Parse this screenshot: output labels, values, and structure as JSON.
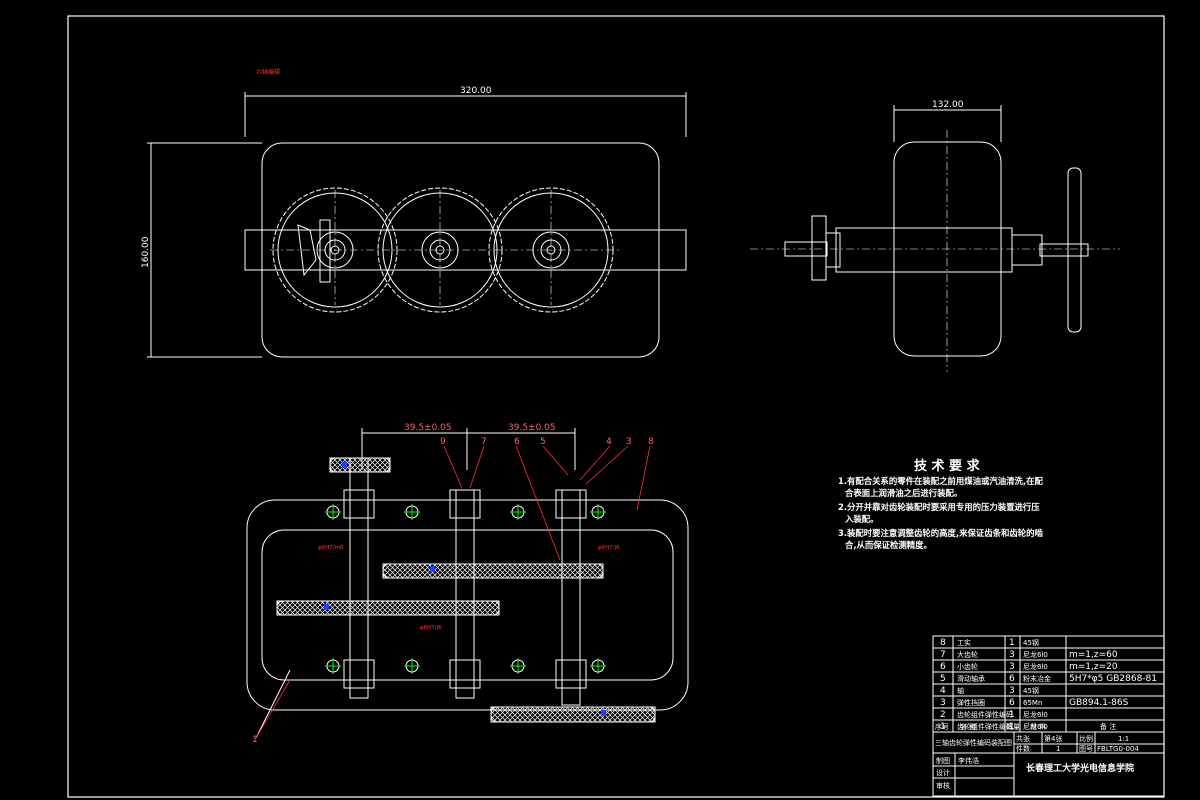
{
  "drawing": {
    "stray_mark": "六轴编辑",
    "top_view": {
      "width_dim": "320.00",
      "height_dim": "160.00"
    },
    "side_view": {
      "width_dim": "132.00"
    },
    "bottom_view": {
      "center_dim_left": "39.5±0.05",
      "center_dim_right": "39.5±0.05",
      "callouts": [
        "9",
        "7",
        "6",
        "5",
        "4",
        "3",
        "8",
        "1"
      ],
      "fits": [
        "φ6H7/m6",
        "φ6H7/j6",
        "φ8H7/j6"
      ]
    }
  },
  "requirements": {
    "title": "技 术 要 求",
    "items": [
      "1.有配合关系的零件在装配之前用煤油或汽油清洗,在配",
      "合表面上润滑油之后进行装配。",
      "2.分开并靠对齿轮装配时要采用专用的压力装置进行压",
      "入装配。",
      "3.装配时要注意调整齿轮的高度,来保证齿条和齿轮的啮",
      "合,从而保证检测精度。"
    ]
  },
  "bom": [
    {
      "no": "8",
      "name": "工实",
      "qty": "1",
      "material": "45钢",
      "note": ""
    },
    {
      "no": "7",
      "name": "大齿轮",
      "qty": "3",
      "material": "尼龙6l0",
      "note": "m=1,z=60"
    },
    {
      "no": "6",
      "name": "小齿轮",
      "qty": "3",
      "material": "尼龙6l0",
      "note": "m=1,z=20"
    },
    {
      "no": "5",
      "name": "滑动轴承",
      "qty": "6",
      "material": "粉末冶金",
      "note": "5H7*φ5  GB2868-81"
    },
    {
      "no": "4",
      "name": "轴",
      "qty": "3",
      "material": "45钢",
      "note": ""
    },
    {
      "no": "3",
      "name": "弹性挡圈",
      "qty": "6",
      "material": "65Mn",
      "note": "GB894.1-86S"
    },
    {
      "no": "2",
      "name": "齿轮组件弹性编码",
      "qty": "1",
      "material": "尼龙6l0",
      "note": ""
    },
    {
      "no": "1",
      "name": "齿轮组件弹性编码",
      "qty": "1",
      "material": "尼龙6l0",
      "note": ""
    }
  ],
  "bom_header": {
    "no": "序号",
    "name": "名    称",
    "qty": "数量",
    "material": "材    料",
    "note": "备    注"
  },
  "title_block": {
    "drawing_name": "三轴齿轮弹性编码装配图",
    "sheet_label": "共张",
    "sheet_value": "第4张",
    "scale_label": "比例",
    "scale_value": "1:1",
    "weight_label": "件数",
    "weight_value": "1",
    "drawing_no_label": "图号",
    "drawing_no": "FBLTG0-004",
    "drawn_by_label": "制图",
    "drawn_by": "李伟浩",
    "designer_label": "设计",
    "checker_label": "审核",
    "school": "长春理工大学光电信息学院"
  }
}
